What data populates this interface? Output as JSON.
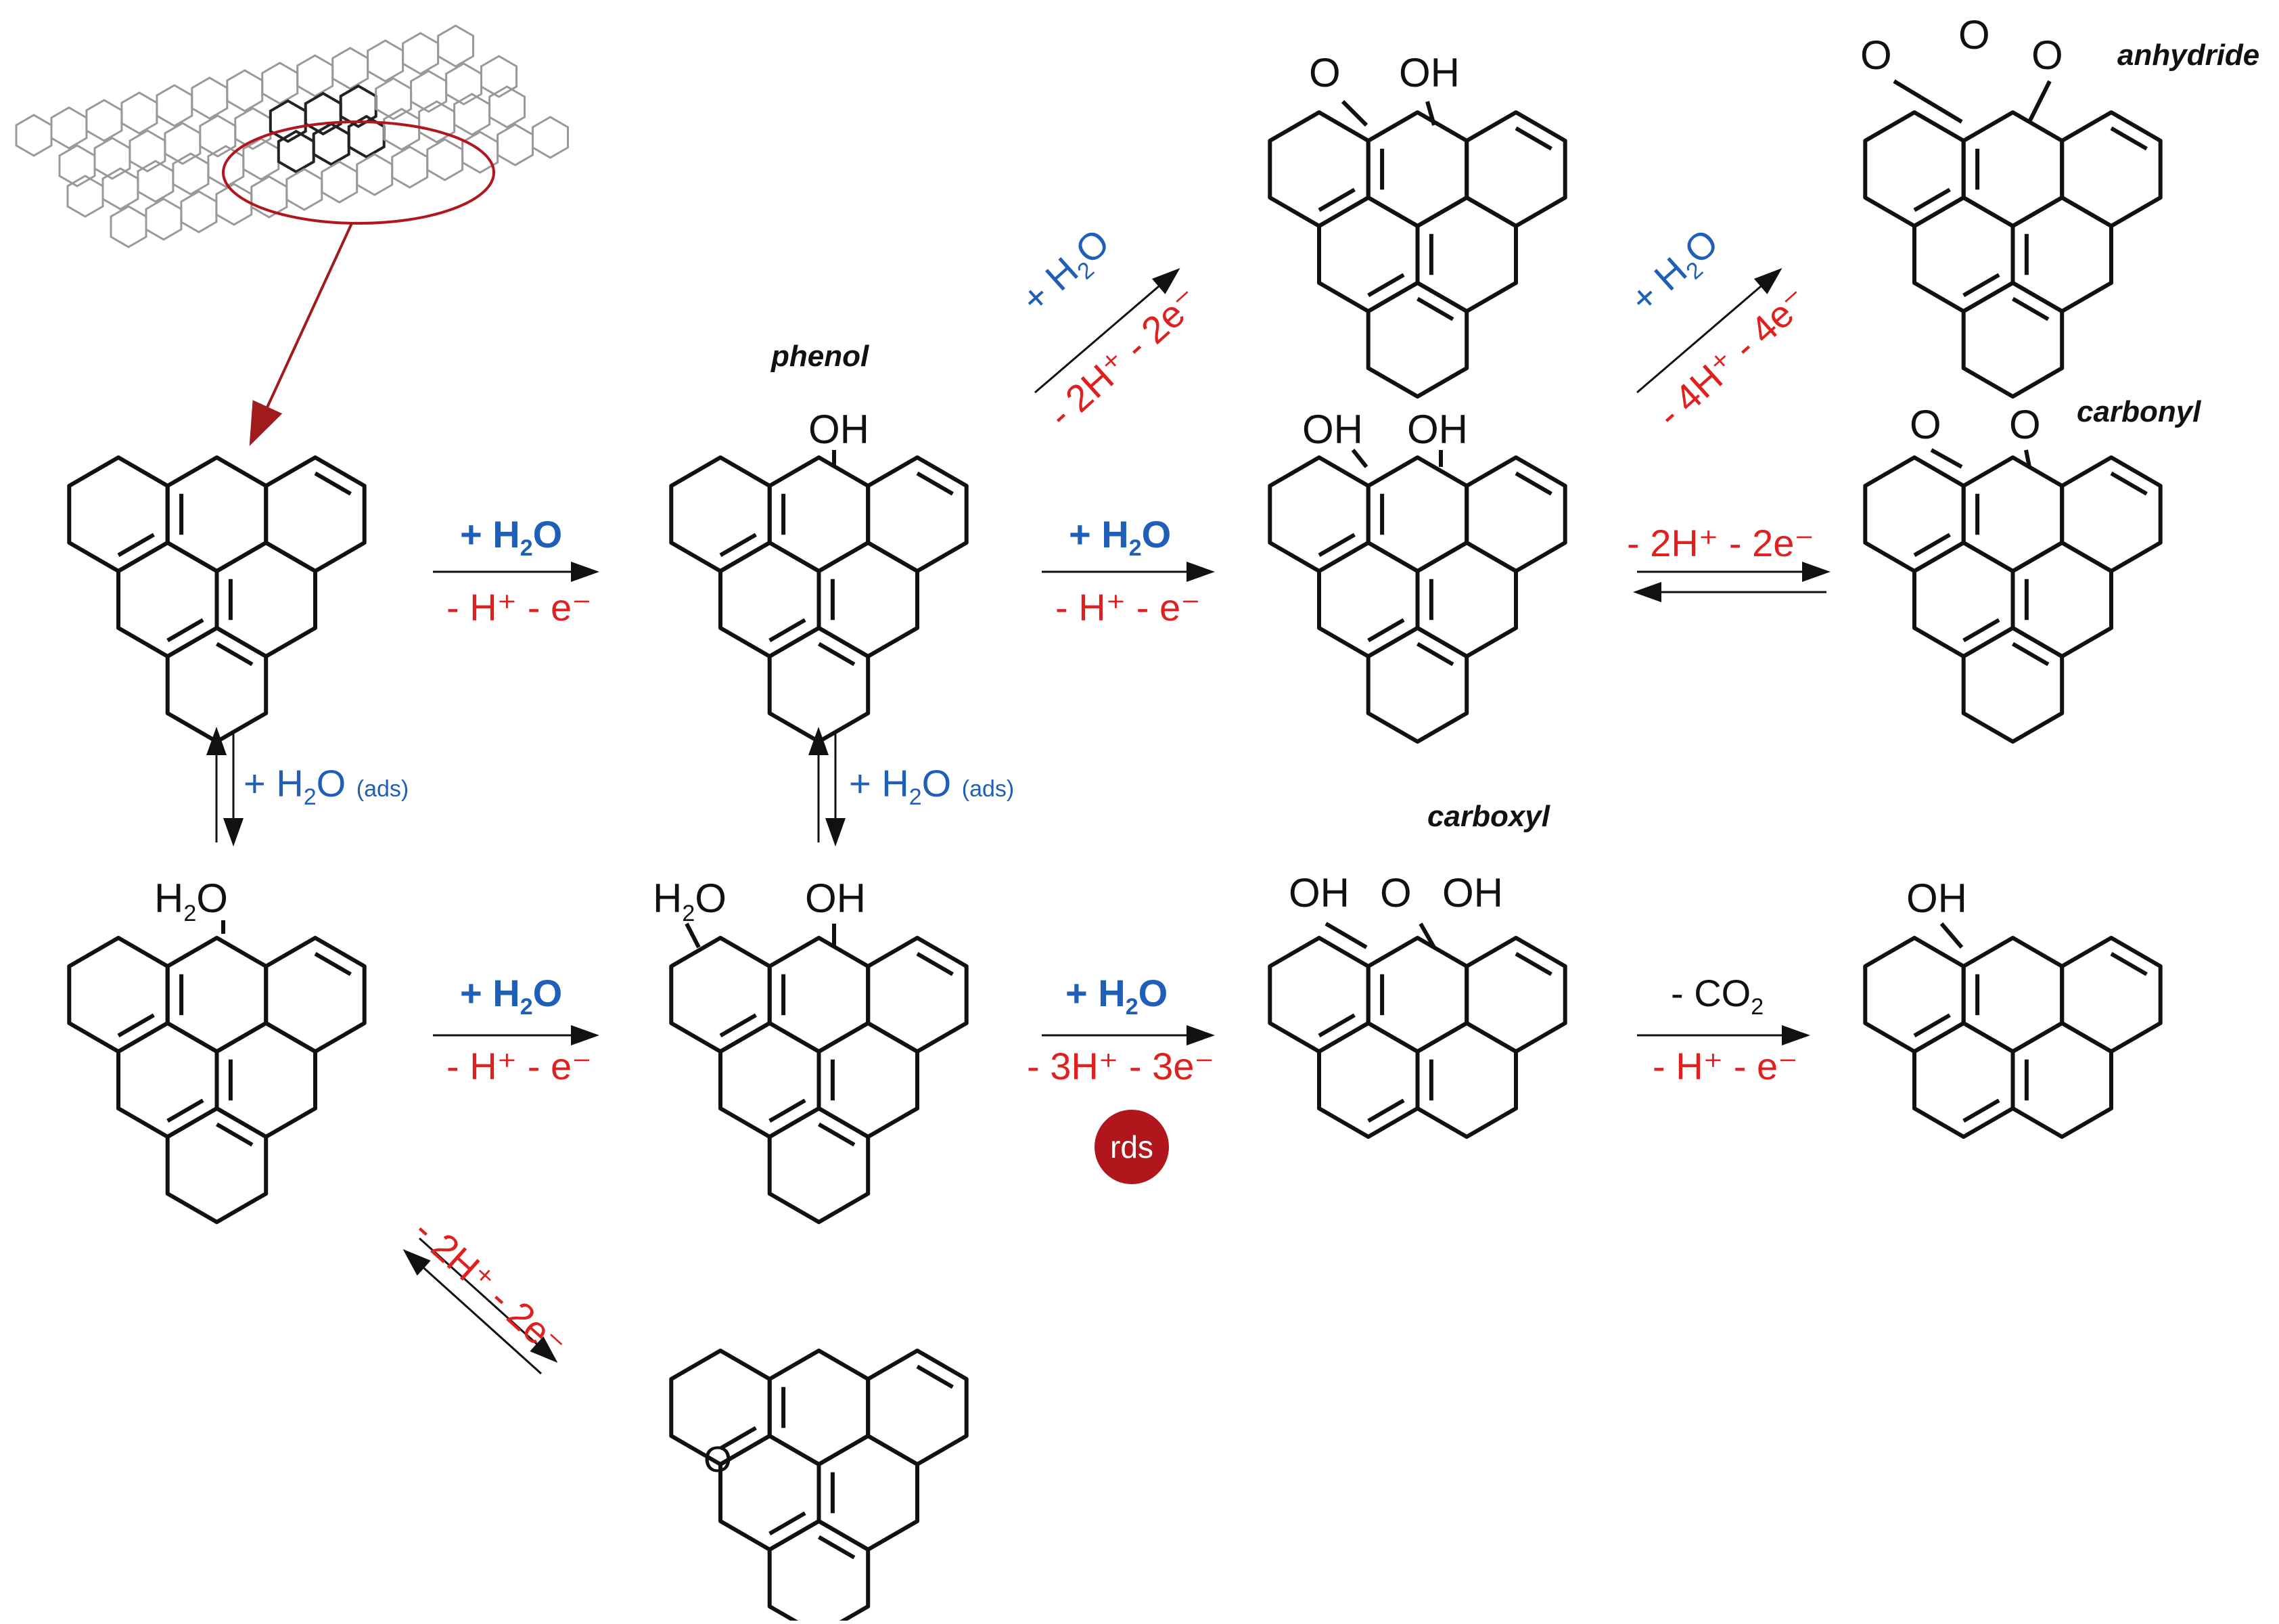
{
  "labels": {
    "phenol": "phenol",
    "anhydride": "anhydride",
    "carbonyl": "carbonyl",
    "carboxyl": "carboxyl"
  },
  "atoms": {
    "O": "O",
    "OH": "OH",
    "H2O_prefix": "H",
    "H2O_sub": "2",
    "H2O_suffix": "O"
  },
  "reactions": {
    "add_water_prefix": "+ H",
    "add_water_sub": "2",
    "add_water_suffix": "O",
    "ads_label": "(ads)",
    "minus_h_e": "- H⁺ - e⁻",
    "minus_2h_2e": "- 2H⁺ - 2e⁻",
    "minus_3h_3e": "- 3H⁺ - 3e⁻",
    "minus_4h_4e": "- 4H⁺ - 4e⁻",
    "minus_co2_prefix": "- CO",
    "minus_co2_sub": "2",
    "rds": "rds"
  },
  "colors": {
    "blue": "#1f5fb8",
    "red": "#e01f1f",
    "rds_fill": "#b1161c",
    "ellipse": "#b1161c"
  }
}
